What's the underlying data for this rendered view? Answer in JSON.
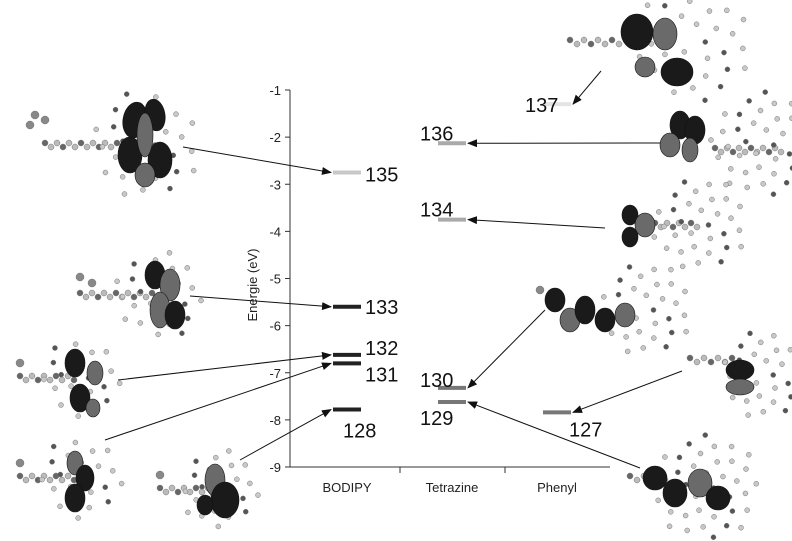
{
  "chart_data": {
    "type": "energy-level-diagram",
    "ylabel": "Energie (eV)",
    "ylim": [
      -9,
      -1
    ],
    "yticks": [
      "-1",
      "-2",
      "-3",
      "-4",
      "-5",
      "-6",
      "-7",
      "-8",
      "-9"
    ],
    "categories": [
      "BODIPY",
      "Tetrazine",
      "Phenyl"
    ],
    "levels": [
      {
        "label": "135",
        "category": "BODIPY",
        "energy": -2.75,
        "color": "#c8c8c8"
      },
      {
        "label": "133",
        "category": "BODIPY",
        "energy": -5.6,
        "color": "#222222"
      },
      {
        "label": "132",
        "category": "BODIPY",
        "energy": -6.62,
        "color": "#222222"
      },
      {
        "label": "131",
        "category": "BODIPY",
        "energy": -6.8,
        "color": "#222222"
      },
      {
        "label": "128",
        "category": "BODIPY",
        "energy": -7.78,
        "color": "#222222"
      },
      {
        "label": "136",
        "category": "Tetrazine",
        "energy": -2.13,
        "color": "#aaaaaa"
      },
      {
        "label": "134",
        "category": "Tetrazine",
        "energy": -3.75,
        "color": "#aaaaaa"
      },
      {
        "label": "130",
        "category": "Tetrazine",
        "energy": -7.32,
        "color": "#777777"
      },
      {
        "label": "129",
        "category": "Tetrazine",
        "energy": -7.62,
        "color": "#777777"
      },
      {
        "label": "137",
        "category": "Phenyl",
        "energy": -1.3,
        "color": "#e4e4e4"
      },
      {
        "label": "127",
        "category": "Phenyl",
        "energy": -7.84,
        "color": "#777777"
      }
    ],
    "orbital_images": [
      {
        "name": "orbital-135-image",
        "level": "135"
      },
      {
        "name": "orbital-133-image",
        "level": "133"
      },
      {
        "name": "orbital-132-image",
        "level": "132"
      },
      {
        "name": "orbital-131-image",
        "level": "131"
      },
      {
        "name": "orbital-128-image",
        "level": "128"
      },
      {
        "name": "orbital-137-image",
        "level": "137"
      },
      {
        "name": "orbital-136-image",
        "level": "136"
      },
      {
        "name": "orbital-134-image",
        "level": "134"
      },
      {
        "name": "orbital-130-image",
        "level": "130"
      },
      {
        "name": "orbital-127-image",
        "level": "127"
      },
      {
        "name": "orbital-129-image",
        "level": "129"
      }
    ]
  }
}
